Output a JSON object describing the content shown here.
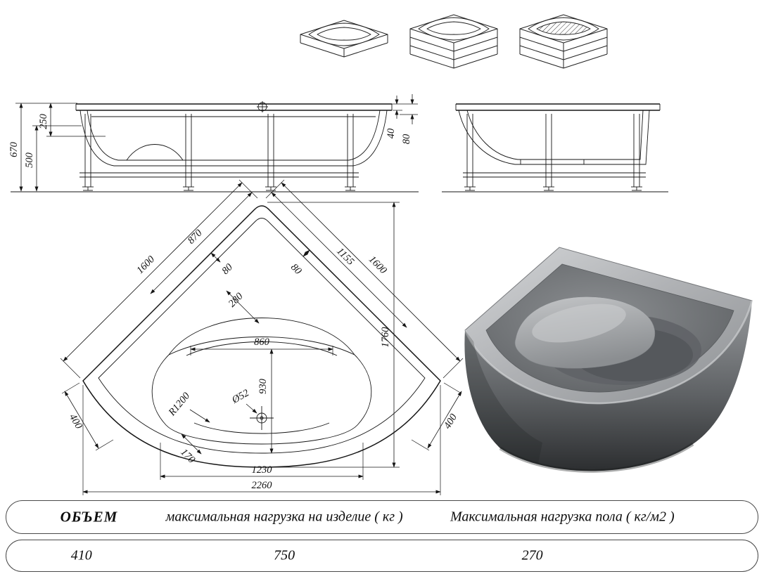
{
  "elevation": {
    "total_height": "670",
    "apron_height": "500",
    "upper_depth": "250",
    "rim_drop": "40",
    "rim_width": "80"
  },
  "plan": {
    "left_edge": "1600",
    "left_inner": "870",
    "right_inner": "1155",
    "right_edge": "1600",
    "gap_left": "80",
    "gap_right": "80",
    "seat_depth": "280",
    "seat_width": "860",
    "basin_depth": "930",
    "overall_depth": "1760",
    "side_left": "400",
    "side_right": "400",
    "front_radius": "R1200",
    "drain_diameter": "Ø52",
    "front_wall": "170",
    "inner_width": "1230",
    "overall_width": "2260"
  },
  "table": {
    "headers": {
      "volume": "ОБЪЕМ",
      "product_load": "максимальная нагрузка на изделие ( кг )",
      "floor_load": "Максимальная нагрузка пола ( кг/м2 )"
    },
    "values": {
      "volume": "410",
      "product_load": "750",
      "floor_load": "270"
    }
  }
}
